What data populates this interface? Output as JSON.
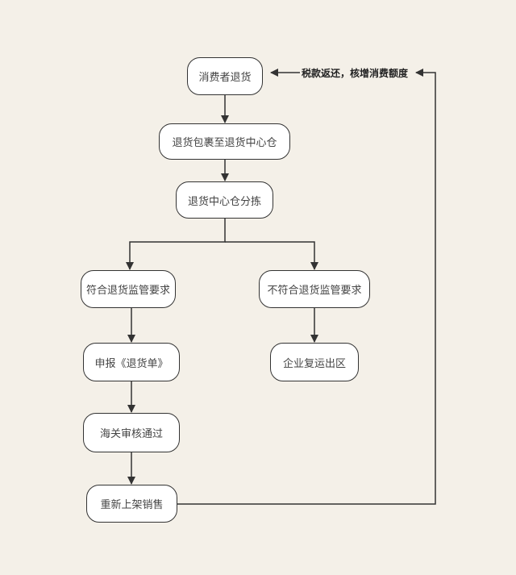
{
  "nodes": {
    "consumer_return": "消费者退货",
    "to_center": "退货包裹至退货中心仓",
    "sorting": "退货中心仓分拣",
    "compliant": "符合退货监管要求",
    "non_compliant": "不符合退货监管要求",
    "declare": "申报《退货单》",
    "re_export": "企业复运出区",
    "customs_approved": "海关审核通过",
    "relist": "重新上架销售"
  },
  "feedback_label": "税款返还，核增消费额度",
  "colors": {
    "background": "#f4f0e8",
    "line": "#333333",
    "node_fill": "#ffffff"
  }
}
